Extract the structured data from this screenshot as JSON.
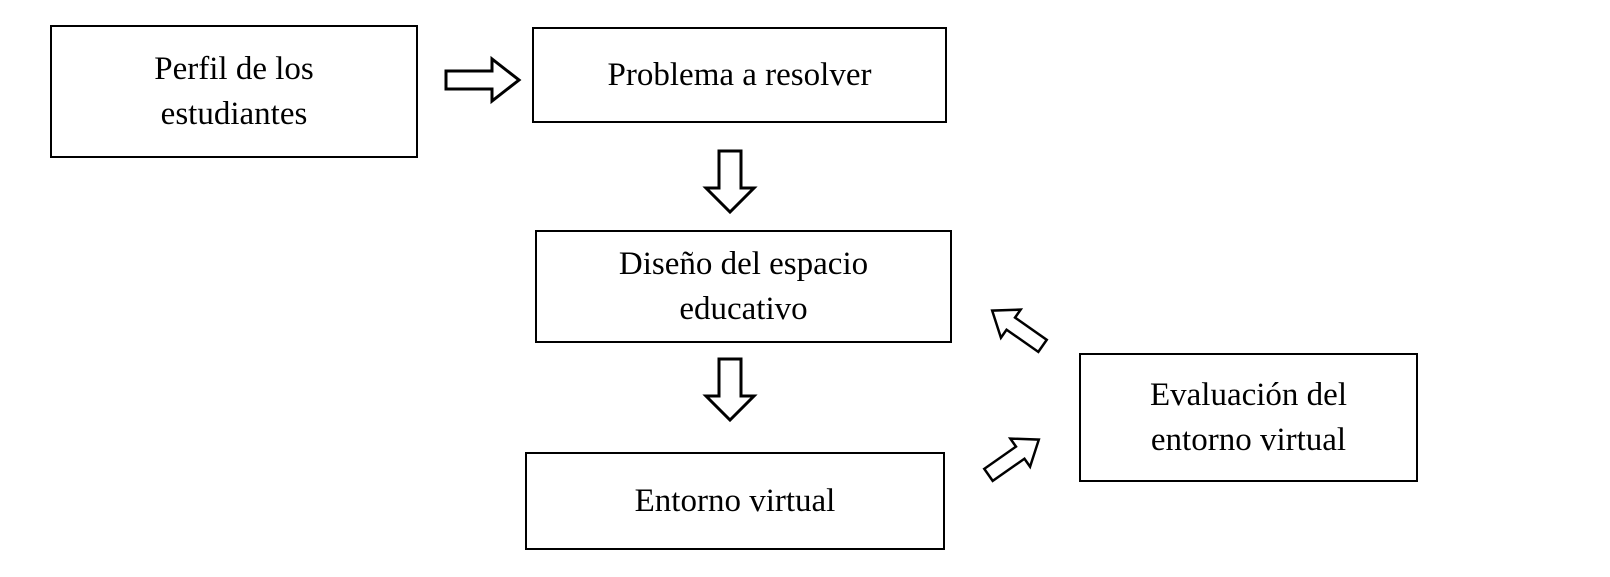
{
  "diagram": {
    "type": "flowchart",
    "language": "es",
    "colors": {
      "background": "#ffffff",
      "node_fill": "#ffffff",
      "node_border": "#000000",
      "text": "#000000",
      "arrow_fill": "#ffffff",
      "arrow_stroke": "#000000"
    },
    "nodes": [
      {
        "id": "perfil-estudiantes",
        "label": "Perfil de los estudiantes",
        "lines": [
          "Perfil de los",
          "estudiantes"
        ]
      },
      {
        "id": "problema-resolver",
        "label": "Problema a resolver",
        "lines": [
          "Problema a resolver"
        ]
      },
      {
        "id": "diseno-espacio",
        "label": "Diseño del espacio educativo",
        "lines": [
          "Diseño del espacio",
          "educativo"
        ]
      },
      {
        "id": "entorno-virtual",
        "label": "Entorno virtual",
        "lines": [
          "Entorno virtual"
        ]
      },
      {
        "id": "evaluacion-entorno",
        "label": "Evaluación del entorno virtual",
        "lines": [
          "Evaluación del",
          "entorno virtual"
        ]
      }
    ],
    "edges": [
      {
        "from": "perfil-estudiantes",
        "to": "problema-resolver",
        "direction": "right"
      },
      {
        "from": "problema-resolver",
        "to": "diseno-espacio",
        "direction": "down"
      },
      {
        "from": "diseno-espacio",
        "to": "entorno-virtual",
        "direction": "down"
      },
      {
        "from": "entorno-virtual",
        "to": "evaluacion-entorno",
        "direction": "up-right"
      },
      {
        "from": "evaluacion-entorno",
        "to": "diseno-espacio",
        "direction": "up-left"
      }
    ]
  }
}
